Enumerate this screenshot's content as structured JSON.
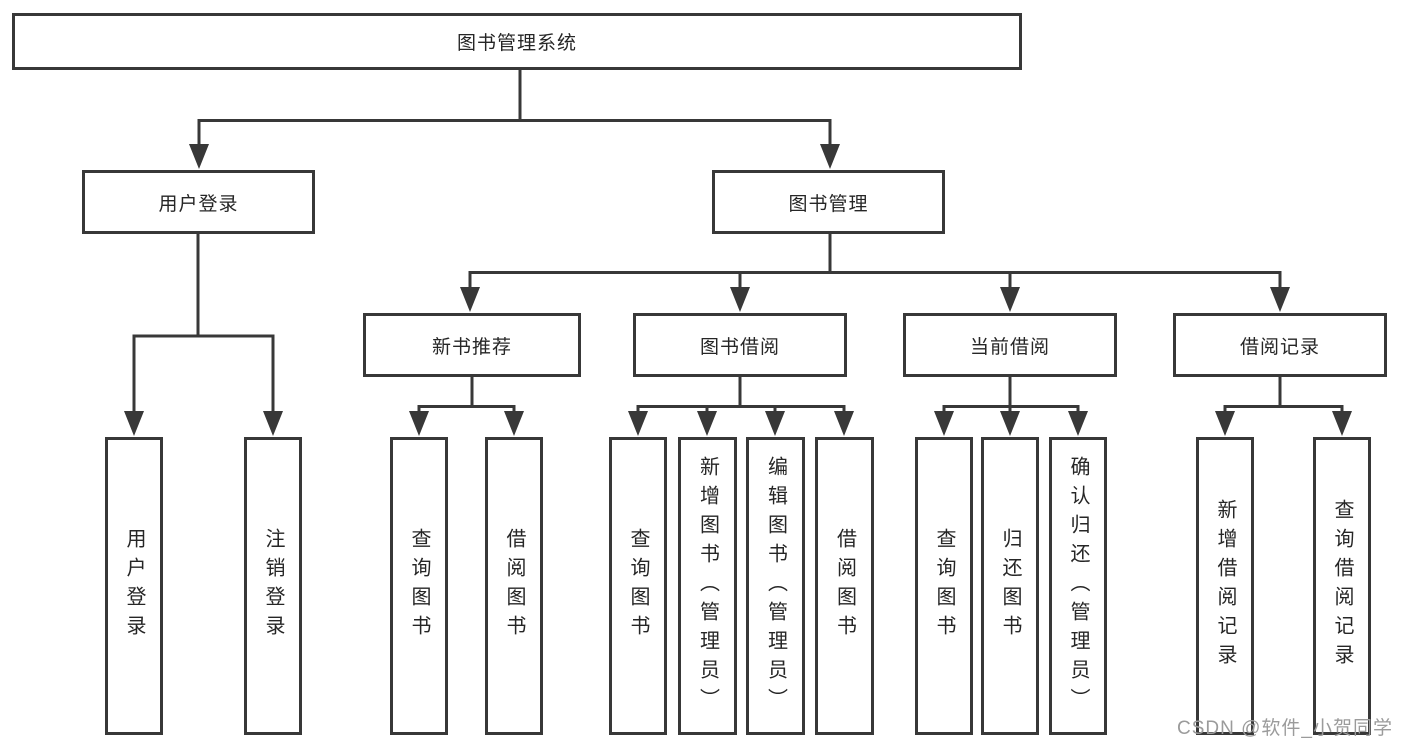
{
  "diagram": {
    "tree": {
      "label": "图书管理系统",
      "children": [
        {
          "label": "用户登录",
          "children": [
            {
              "label": "用户登录"
            },
            {
              "label": "注销登录"
            }
          ]
        },
        {
          "label": "图书管理",
          "children": [
            {
              "label": "新书推荐",
              "children": [
                {
                  "label": "查询图书"
                },
                {
                  "label": "借阅图书"
                }
              ]
            },
            {
              "label": "图书借阅",
              "children": [
                {
                  "label": "查询图书"
                },
                {
                  "label": "新增图书（管理员）"
                },
                {
                  "label": "编辑图书（管理员）"
                },
                {
                  "label": "借阅图书"
                }
              ]
            },
            {
              "label": "当前借阅",
              "children": [
                {
                  "label": "查询图书"
                },
                {
                  "label": "归还图书"
                },
                {
                  "label": "确认归还（管理员）"
                }
              ]
            },
            {
              "label": "借阅记录",
              "children": [
                {
                  "label": "新增借阅记录"
                },
                {
                  "label": "查询借阅记录"
                }
              ]
            }
          ]
        }
      ]
    },
    "watermark": "CSDN @软件_小贺同学",
    "colors": {
      "line": "#383838",
      "text": "#262626",
      "watermark": "#9b9b9b",
      "background": "#ffffff"
    }
  }
}
